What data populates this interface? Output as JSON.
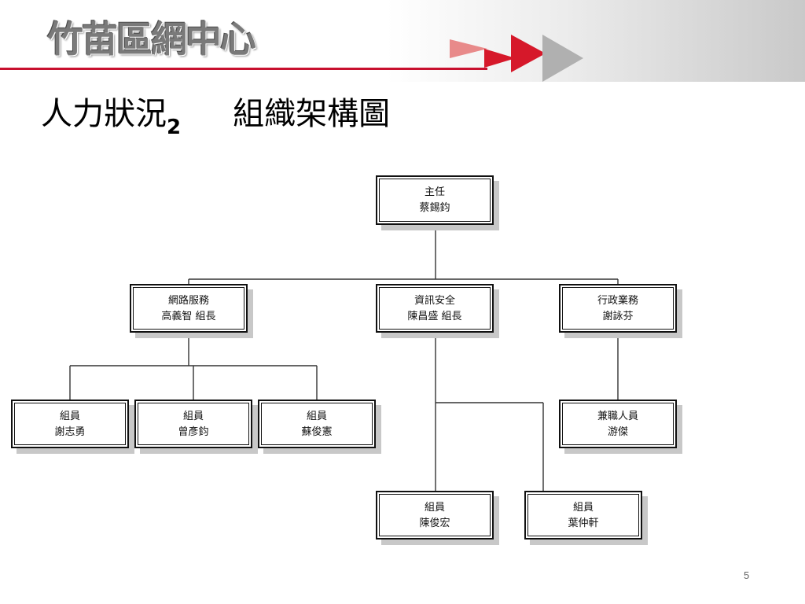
{
  "header": {
    "logo": "竹苗區網中心"
  },
  "title": {
    "main": "人力狀況",
    "sub": "2",
    "right": "組織架構圖"
  },
  "org": {
    "director": {
      "line1": "主任",
      "line2": "蔡錫鈞"
    },
    "network": {
      "line1": "網路服務",
      "line2": "高義智  組長"
    },
    "security": {
      "line1": "資訊安全",
      "line2": "陳昌盛  組長"
    },
    "admin": {
      "line1": "行政業務",
      "line2": "謝詠芬"
    },
    "net_m1": {
      "line1": "組員",
      "line2": "謝志勇"
    },
    "net_m2": {
      "line1": "組員",
      "line2": "曾彥鈞"
    },
    "net_m3": {
      "line1": "組員",
      "line2": "蘇俊憲"
    },
    "sec_m1": {
      "line1": "組員",
      "line2": "陳俊宏"
    },
    "sec_m2": {
      "line1": "組員",
      "line2": "葉仲軒"
    },
    "admin_m1": {
      "line1": "兼職人員",
      "line2": "游傑"
    }
  },
  "colors": {
    "accent": "#c8102e",
    "arrow_gray": "#b0b0b0"
  },
  "page_number": "5"
}
